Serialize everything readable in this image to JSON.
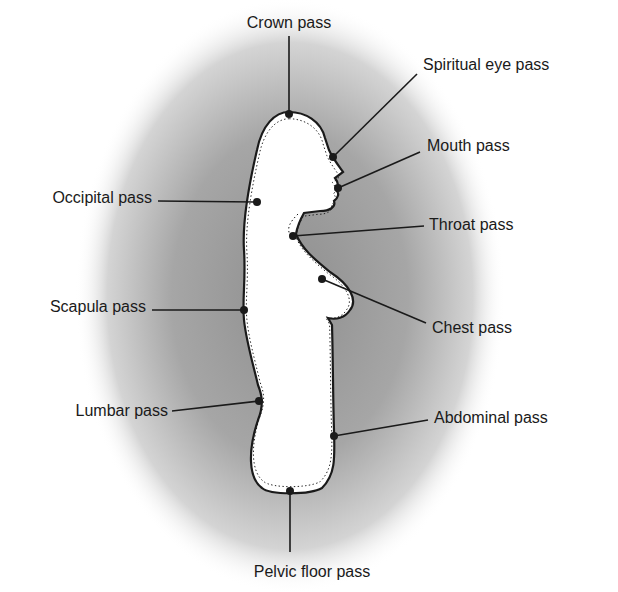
{
  "diagram": {
    "labels": [
      "Crown pass",
      "Spiritual eye pass",
      "Mouth pass",
      "Occipital pass",
      "Throat pass",
      "Scapula pass",
      "Chest pass",
      "Lumbar pass",
      "Abdominal pass",
      "Pelvic floor pass"
    ]
  }
}
